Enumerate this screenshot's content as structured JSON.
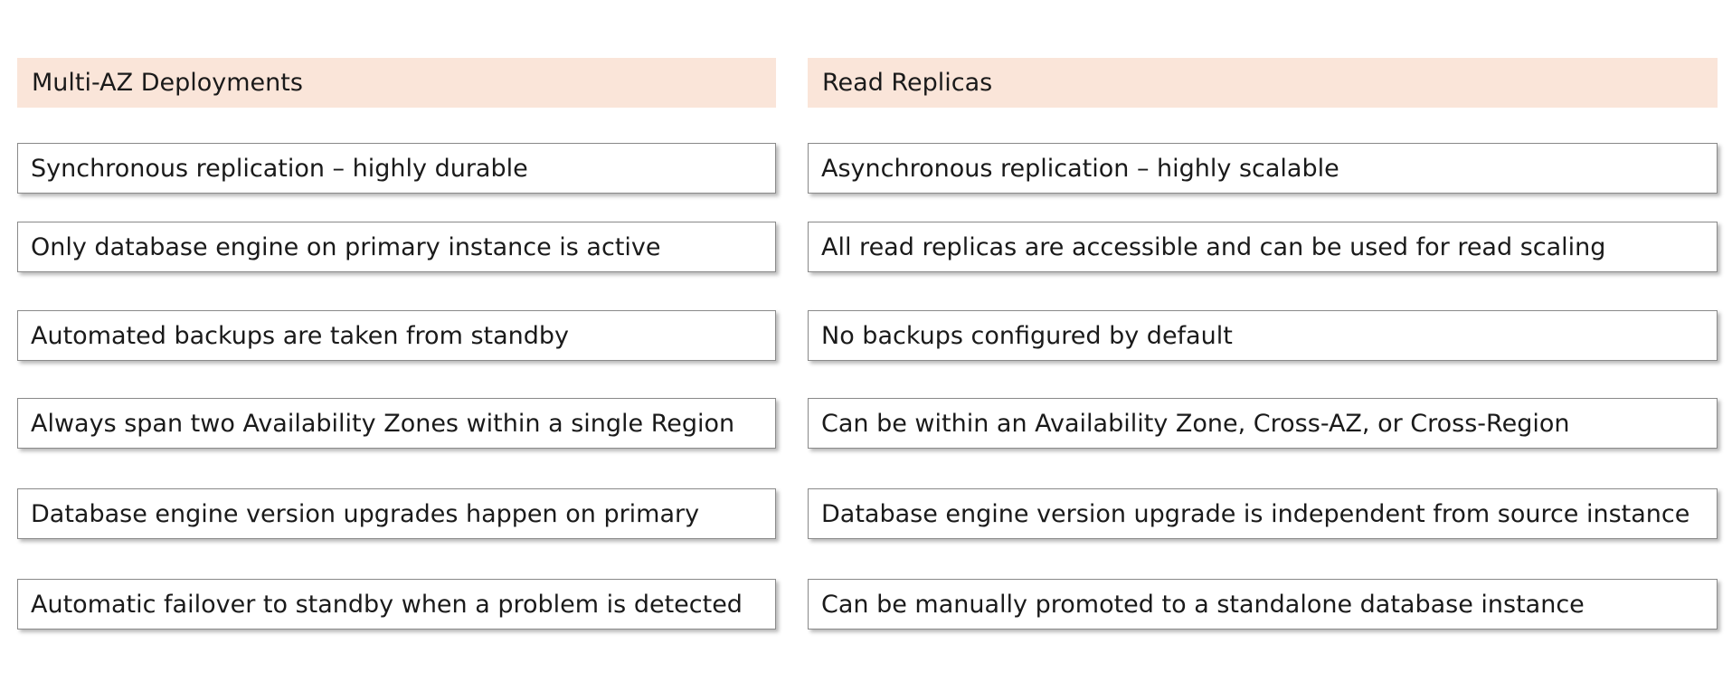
{
  "left": {
    "header": "Multi-AZ Deployments",
    "items": [
      "Synchronous replication – highly durable",
      "Only database engine on primary instance is active",
      "Automated backups are taken from standby",
      "Always span two Availability Zones within a single Region",
      "Database engine version upgrades happen on primary",
      "Automatic failover to standby when a problem is detected"
    ]
  },
  "right": {
    "header": "Read Replicas",
    "items": [
      "Asynchronous replication – highly scalable",
      "All read replicas are accessible and can be used for read scaling",
      "No backups configured by default",
      "Can be within an Availability Zone, Cross-AZ, or Cross-Region",
      "Database engine version upgrade is independent from source instance",
      "Can be manually promoted to a standalone database instance"
    ]
  },
  "colors": {
    "header_bg": "#fae5d9",
    "box_border": "#8a8a8a"
  }
}
